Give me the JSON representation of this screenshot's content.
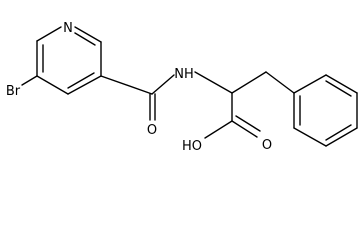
{
  "molecule": {
    "atoms": {
      "nitrogen_ring": "N",
      "bromine": "Br",
      "amide_nitrogen": "NH",
      "amide_oxygen": "O",
      "hydroxyl": "HO",
      "acid_oxygen": "O"
    }
  },
  "colors": {
    "bond": "#000000",
    "text": "#000000",
    "background": "#ffffff"
  }
}
